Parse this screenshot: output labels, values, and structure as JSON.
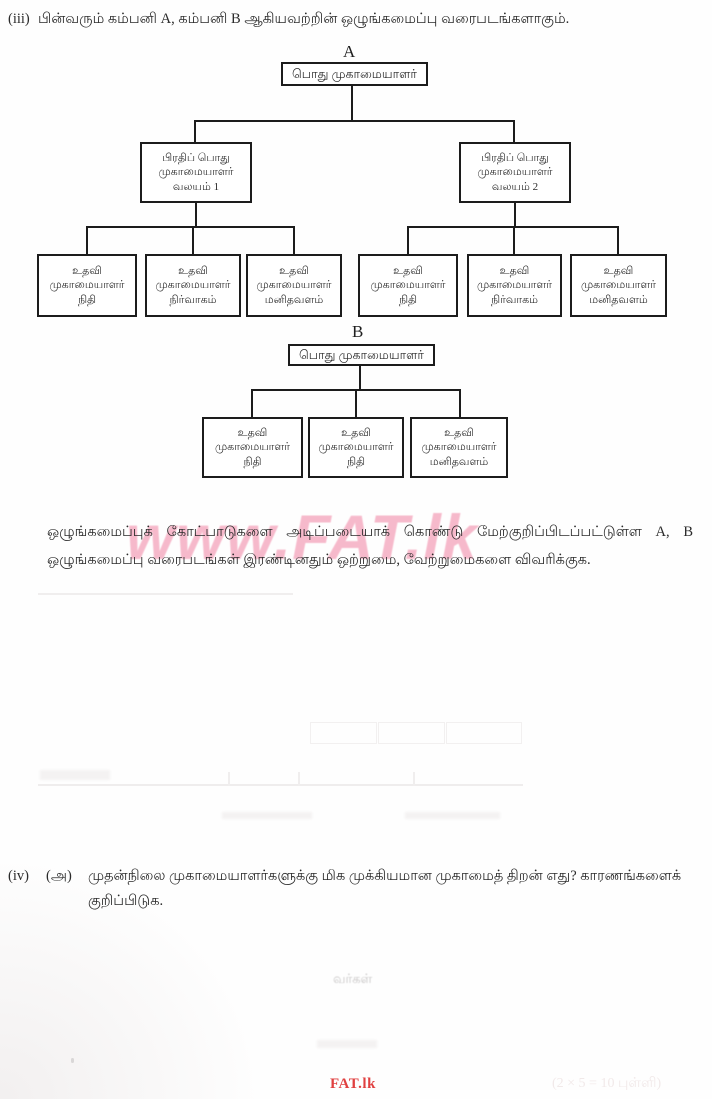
{
  "question_iii": {
    "number": "(iii)",
    "text": "பின்வரும் கம்பனி A, கம்பனி B ஆகியவற்றின் ஒழுங்கமைப்பு வரைபடங்களாகும்."
  },
  "chart_a": {
    "label": "A",
    "root": "பொது முகாமையாளர்",
    "deputies": [
      {
        "line1": "பிரதிப் பொது",
        "line2": "முகாமையாளர்",
        "line3": "வலயம் 1"
      },
      {
        "line1": "பிரதிப் பொது",
        "line2": "முகாமையாளர்",
        "line3": "வலயம் 2"
      }
    ],
    "assistants": [
      {
        "line1": "உதவி",
        "line2": "முகாமையாளர்",
        "line3": "நிதி"
      },
      {
        "line1": "உதவி",
        "line2": "முகாமையாளர்",
        "line3": "நிர்வாகம்"
      },
      {
        "line1": "உதவி",
        "line2": "முகாமையாளர்",
        "line3": "மனிதவளம்"
      },
      {
        "line1": "உதவி",
        "line2": "முகாமையாளர்",
        "line3": "நிதி"
      },
      {
        "line1": "உதவி",
        "line2": "முகாமையாளர்",
        "line3": "நிர்வாகம்"
      },
      {
        "line1": "உதவி",
        "line2": "முகாமையாளர்",
        "line3": "மனிதவளம்"
      }
    ]
  },
  "chart_b": {
    "label": "B",
    "root": "பொது முகாமையாளர்",
    "assistants": [
      {
        "line1": "உதவி",
        "line2": "முகாமையாளர்",
        "line3": "நிதி"
      },
      {
        "line1": "உதவி",
        "line2": "முகாமையாளர்",
        "line3": "நிதி"
      },
      {
        "line1": "உதவி",
        "line2": "முகாமையாளர்",
        "line3": "மனிதவளம்"
      }
    ]
  },
  "paragraph": {
    "line1": "ஒழுங்கமைப்புக் கோட்பாடுகளை அடிப்படையாக் கொண்டு மேற்குறிப்பிடப்பட்டுள்ள A, B",
    "line2": "ஒழுங்கமைப்பு வரைபடங்கள் இரண்டினதும் ஒற்றுமை, வேற்றுமைகளை விவரிக்குக."
  },
  "question_iv": {
    "number": "(iv)",
    "part": "(அ)",
    "line1": "முதன்நிலை முகாமையாளர்களுக்கு மிக முக்கியமான முகாமைத் திறன் எது? காரணங்களைக்",
    "line2": "குறிப்பிடுக."
  },
  "watermark": {
    "text": "www.FAT.lk",
    "color": "#f5a9bf"
  },
  "footer": {
    "brand": "FAT.lk",
    "brand_color": "#e04040",
    "ghost_marks": "(2 × 5 = 10 புள்ளி)"
  },
  "artifacts": {
    "ghost_text": "வர்கள்"
  }
}
